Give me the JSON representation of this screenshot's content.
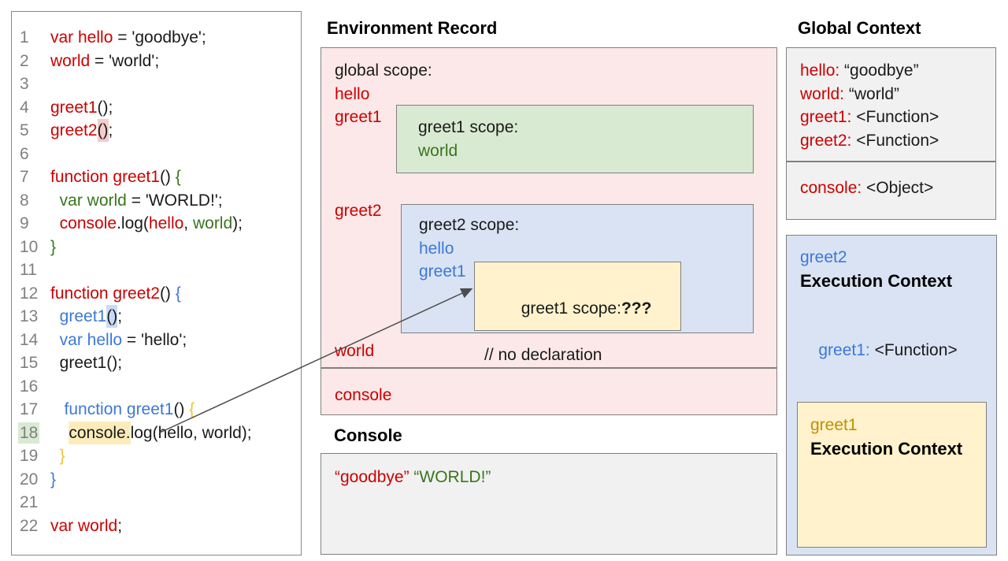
{
  "colors": {
    "red": "#cc0000",
    "green": "#38761d",
    "blue": "#3c78d8",
    "gold": "#f1c232",
    "dark_gold": "#bf9000",
    "pink_fill": "#fce8e8",
    "green_fill": "#d9ead3",
    "blue_fill": "#dae3f3",
    "yellow_fill": "#fff2cc",
    "gray_fill": "#f1f1f1"
  },
  "code_panel": {
    "lines": [
      {
        "n": "1",
        "segs": [
          {
            "t": "var hello",
            "c": "red"
          },
          {
            "t": " = 'goodbye';",
            "c": "black"
          }
        ]
      },
      {
        "n": "2",
        "segs": [
          {
            "t": "world",
            "c": "red"
          },
          {
            "t": " = 'world';",
            "c": "black"
          }
        ]
      },
      {
        "n": "3",
        "segs": []
      },
      {
        "n": "4",
        "segs": [
          {
            "t": "greet1",
            "c": "red"
          },
          {
            "t": "();",
            "c": "black"
          }
        ]
      },
      {
        "n": "5",
        "segs": [
          {
            "t": "greet2",
            "c": "red"
          },
          {
            "t": "()",
            "c": "black",
            "hl": "pink"
          },
          {
            "t": ";",
            "c": "black"
          }
        ]
      },
      {
        "n": "6",
        "segs": []
      },
      {
        "n": "7",
        "segs": [
          {
            "t": "function greet1",
            "c": "red"
          },
          {
            "t": "() ",
            "c": "black"
          },
          {
            "t": "{",
            "c": "green"
          }
        ]
      },
      {
        "n": "8",
        "segs": [
          {
            "t": "  var world",
            "c": "green"
          },
          {
            "t": " = 'WORLD!';",
            "c": "black"
          }
        ]
      },
      {
        "n": "9",
        "segs": [
          {
            "t": "  console",
            "c": "red"
          },
          {
            "t": ".log(",
            "c": "black"
          },
          {
            "t": "hello",
            "c": "red"
          },
          {
            "t": ", ",
            "c": "black"
          },
          {
            "t": "world",
            "c": "green"
          },
          {
            "t": ");",
            "c": "black"
          }
        ]
      },
      {
        "n": "10",
        "segs": [
          {
            "t": "}",
            "c": "green"
          }
        ]
      },
      {
        "n": "11",
        "segs": []
      },
      {
        "n": "12",
        "segs": [
          {
            "t": "function greet2",
            "c": "red"
          },
          {
            "t": "() ",
            "c": "black"
          },
          {
            "t": "{",
            "c": "blue"
          }
        ]
      },
      {
        "n": "13",
        "segs": [
          {
            "t": "  greet1",
            "c": "blue"
          },
          {
            "t": "()",
            "c": "black",
            "hl": "lblue"
          },
          {
            "t": ";",
            "c": "black"
          }
        ]
      },
      {
        "n": "14",
        "segs": [
          {
            "t": "  var hello",
            "c": "blue"
          },
          {
            "t": " = 'hello';",
            "c": "black"
          }
        ]
      },
      {
        "n": "15",
        "segs": [
          {
            "t": "  greet1();",
            "c": "black"
          }
        ]
      },
      {
        "n": "16",
        "segs": []
      },
      {
        "n": "17",
        "segs": [
          {
            "t": "   function greet1",
            "c": "blue"
          },
          {
            "t": "() ",
            "c": "black"
          },
          {
            "t": "{",
            "c": "gold"
          }
        ]
      },
      {
        "n": "18",
        "nhl": true,
        "segs": [
          {
            "t": "    ",
            "c": "black"
          },
          {
            "t": "console.",
            "c": "black",
            "hl": "yellow"
          },
          {
            "t": "log(hello, world);",
            "c": "black"
          }
        ]
      },
      {
        "n": "19",
        "segs": [
          {
            "t": "  }",
            "c": "gold"
          }
        ]
      },
      {
        "n": "20",
        "segs": [
          {
            "t": "}",
            "c": "blue"
          }
        ]
      },
      {
        "n": "21",
        "segs": []
      },
      {
        "n": "22",
        "segs": [
          {
            "t": "var world",
            "c": "red"
          },
          {
            "t": ";",
            "c": "black"
          }
        ]
      }
    ]
  },
  "environment_record": {
    "title": "Environment Record",
    "global_scope_label": "global scope:",
    "globals_top": [
      "hello",
      "greet1"
    ],
    "global_mid": "greet2",
    "global_bottom": "world",
    "console_label": "console",
    "greet1_scope": {
      "label": "greet1 scope:",
      "vars": [
        "world"
      ]
    },
    "greet2_scope": {
      "label": "greet2 scope:",
      "vars": [
        "hello",
        "greet1"
      ]
    },
    "greet1_unknown": {
      "label": "greet1 scope:",
      "marks": "???",
      "comment": "// no declaration"
    }
  },
  "console_panel": {
    "title": "Console",
    "output": [
      {
        "t": "“goodbye”",
        "c": "red"
      },
      {
        "t": " ",
        "c": "black"
      },
      {
        "t": "“WORLD!”",
        "c": "green"
      }
    ]
  },
  "global_context": {
    "title": "Global Context",
    "variables": [
      {
        "k": "hello:",
        "kc": "red",
        "v": " “goodbye”"
      },
      {
        "k": "world:",
        "kc": "red",
        "v": " “world”"
      },
      {
        "k": "greet1:",
        "kc": "red",
        "v": " <Function>"
      },
      {
        "k": "greet2:",
        "kc": "red",
        "v": " <Function>"
      }
    ],
    "console_entry": [
      {
        "k": "console:",
        "kc": "red",
        "v": " <Object>"
      }
    ]
  },
  "greet2_context": {
    "name": "greet2",
    "title": "Execution Context",
    "entry_key": "greet1:",
    "entry_value": " <Function>"
  },
  "greet1_context": {
    "name": "greet1",
    "title": "Execution Context"
  }
}
